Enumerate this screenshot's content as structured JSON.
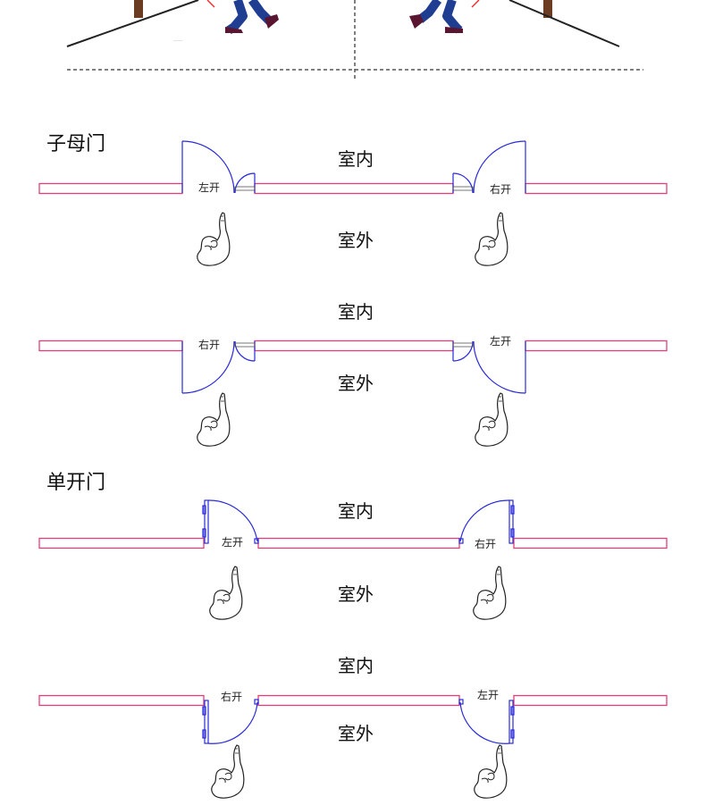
{
  "sections": {
    "double_door": "子母门",
    "single_door": "单开门"
  },
  "labels": {
    "indoor": "室内",
    "outdoor": "室外",
    "left_open": "左开",
    "right_open": "右开"
  },
  "colors": {
    "wall": "#e0407a",
    "door": "#2a2ad8",
    "divider": "#555555"
  }
}
